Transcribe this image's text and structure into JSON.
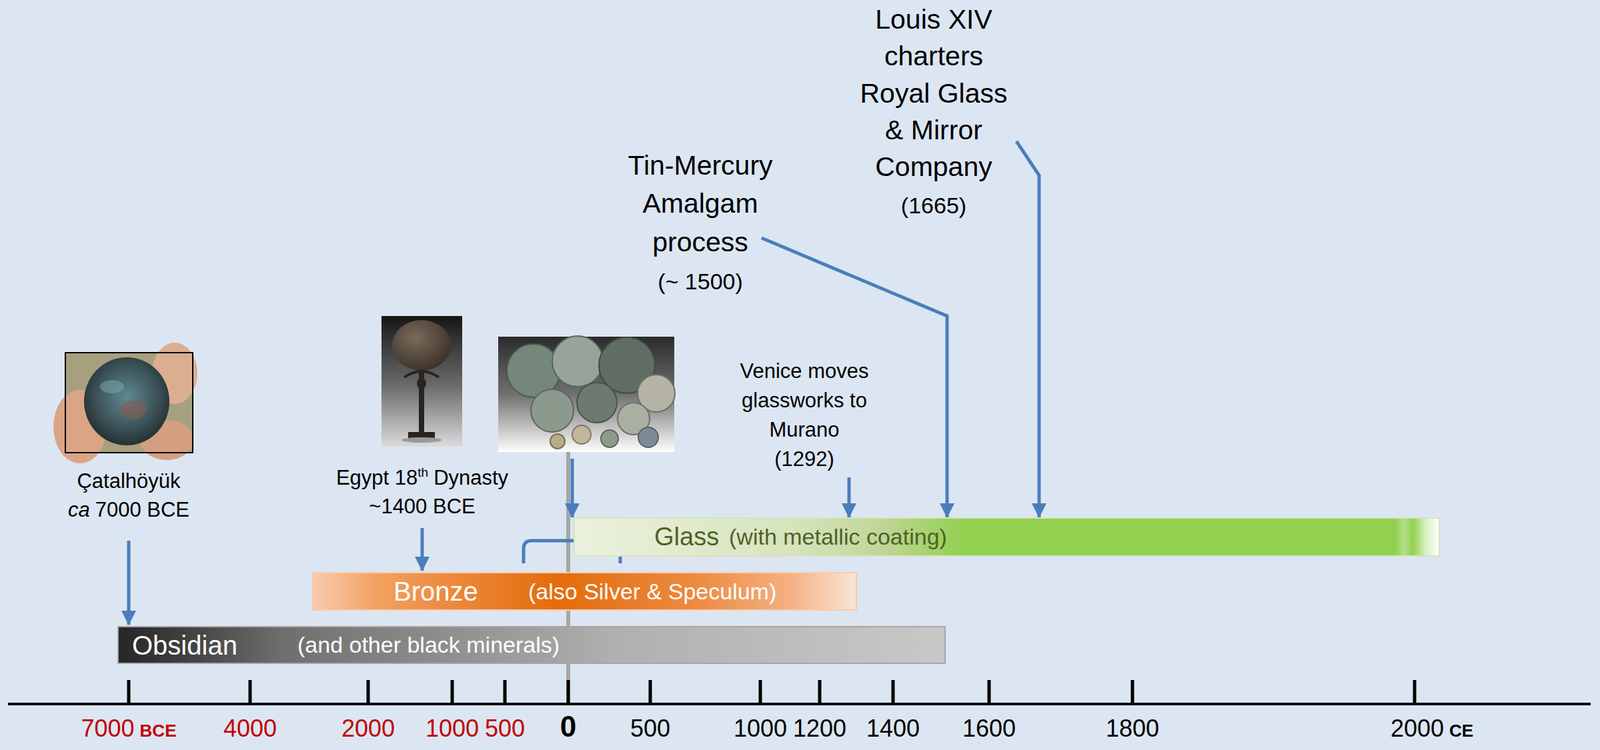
{
  "diagram": {
    "nodes": [
      {
        "text": [
          "Obsidian",
          "(and other black minerals)"
        ]
      },
      {
        "text": [
          "Bronze",
          "(also Silver & Speculum)"
        ]
      },
      {
        "text": [
          "Glass",
          "(with metallic coating)"
        ]
      }
    ],
    "labels": [
      "Louis XIV charters Royal Glass & Mirror Company",
      "(1665)",
      "Tin-Mercury Amalgam process",
      "(~ 1500)",
      "Venice moves glassworks to Murano",
      "(1292)",
      "Egypt 18",
      "th",
      "Dynasty",
      "~1400 BCE",
      "Çatalhöyük",
      "ca",
      "7000 BCE",
      "7000",
      "BCE",
      "4000",
      "2000",
      "1000",
      "500",
      "0",
      "500",
      "1000",
      "1200",
      "1400",
      "1600",
      "1800",
      "2000",
      "CE"
    ]
  }
}
